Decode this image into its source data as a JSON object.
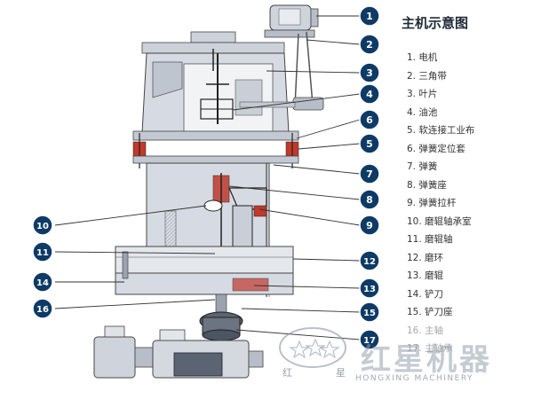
{
  "title": "主机示意图",
  "legend": [
    {
      "number": "1",
      "label": "1. 电机"
    },
    {
      "number": "2",
      "label": "2. 三角带"
    },
    {
      "number": "3",
      "label": "3. 叶片"
    },
    {
      "number": "4",
      "label": "4. 油池"
    },
    {
      "number": "5",
      "label": "5. 软连接工业布"
    },
    {
      "number": "6",
      "label": "6. 弹簧定位套"
    },
    {
      "number": "7",
      "label": "7. 弹簧"
    },
    {
      "number": "8",
      "label": "8. 弹簧座"
    },
    {
      "number": "9",
      "label": "9. 弹簧拉杆"
    },
    {
      "number": "10",
      "label": "10. 磨辊轴承室"
    },
    {
      "number": "11",
      "label": "11. 磨辊轴"
    },
    {
      "number": "12",
      "label": "12. 磨环"
    },
    {
      "number": "13",
      "label": "13. 磨辊"
    },
    {
      "number": "14",
      "label": "14. 铲刀"
    },
    {
      "number": "15",
      "label": "15. 铲刀座"
    },
    {
      "number": "16",
      "label": "16. 主轴"
    },
    {
      "number": "17",
      "label": "17. 主轴承"
    }
  ],
  "watermark": {
    "brand_cn": "红星机器",
    "brand_en": "HONGXING MACHINERY",
    "char_left": "红",
    "char_right": "星"
  },
  "colors": {
    "callout": "#0e3a66",
    "machine_fill": "#d6dae2",
    "machine_outline": "#333333",
    "accent_red": "#c0392b"
  }
}
